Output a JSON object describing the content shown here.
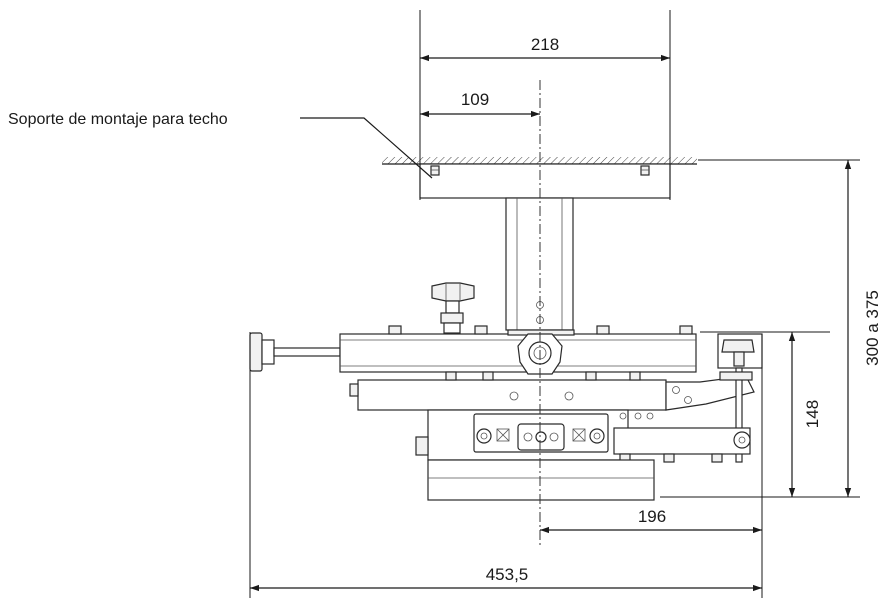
{
  "labels": {
    "ceiling_bracket": "Soporte de montaje para techo"
  },
  "dimensions": {
    "top_width": "218",
    "top_half": "109",
    "total_height": "300 a 375",
    "unit_height": "148",
    "right_offset": "196",
    "total_width": "453,5"
  }
}
